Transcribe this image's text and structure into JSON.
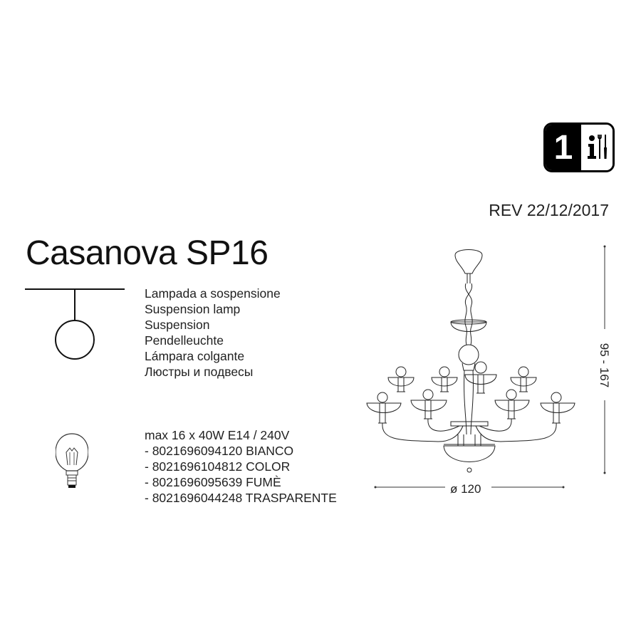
{
  "header": {
    "badge": {
      "number": "1",
      "icons": [
        "info-icon",
        "tools-icon"
      ]
    },
    "revision": "REV 22/12/2017"
  },
  "product": {
    "title": "Casanova SP16",
    "type_icon": "pendant-lamp-symbol-icon",
    "type_labels": [
      "Lampada a sospensione",
      "Suspension lamp",
      "Suspension",
      "Pendelleuchte",
      "Lámpara colgante",
      "Люстры и подвесы"
    ]
  },
  "specs": {
    "bulb_icon": "bulb-icon",
    "power": "max 16 x 40W E14 / 240V",
    "variants": [
      {
        "text": "- 8021696094120 BIANCO"
      },
      {
        "text": "- 8021696104812 COLOR"
      },
      {
        "text": "- 8021696095639 FUMÈ"
      },
      {
        "text": "- 8021696044248 TRASPARENTE"
      }
    ]
  },
  "drawing": {
    "image": "chandelier-drawing",
    "height_label": "95 - 167",
    "width_label": "ø 120"
  }
}
